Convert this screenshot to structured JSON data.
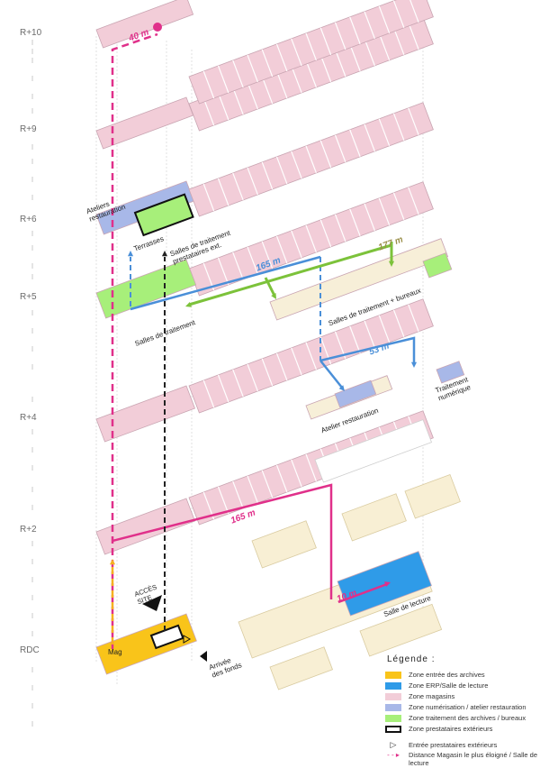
{
  "levels": [
    "R+10",
    "R+9",
    "R+6",
    "R+5",
    "R+4",
    "R+2",
    "RDC"
  ],
  "labels": {
    "ateliers": "Ateliers restauration",
    "terrasses": "Terrasses",
    "salles_prest": "Salles de traitement prestataires ext.",
    "salles_traitement": "Salles de traitement",
    "salles_bureaux": "Salles de traitement + bureaux",
    "atelier_restauration": "Atelier restauration",
    "traitement_numerique": "Traitement numérique",
    "acces_site": "ACCÈS SITE",
    "arrivee_fonds": "Arrivée des fonds",
    "salle_lecture": "Salle de lecture",
    "mag": "Mag"
  },
  "distances": {
    "d40": "40 m",
    "d165_blue": "165 m",
    "d177": "177 m",
    "d53": "53 m",
    "d165_pink": "165 m",
    "d10": "10 m"
  },
  "colors": {
    "entree_archives": "#f9c41a",
    "erp": "#2f9be8",
    "magasins": "#f2cdd8",
    "numerisation": "#a8b8e8",
    "traitement": "#a7ef7a",
    "prestataires": "#111111",
    "pink_route": "#e0308a",
    "blue_route": "#4a8fd8",
    "green_route": "#7cc23a",
    "black_route": "#222222",
    "orange_route": "#f5b020",
    "rdc_fill": "#f8efd4",
    "grid_line": "#c9a5b2"
  },
  "legend": {
    "title": "Légende :",
    "zones": [
      {
        "label": "Zone entrée des archives",
        "color": "#f9c41a"
      },
      {
        "label": "Zone ERP/Salle de lecture",
        "color": "#2f9be8"
      },
      {
        "label": "Zone magasins",
        "color": "#f2cdd8"
      },
      {
        "label": "Zone numérisation / atelier restauration",
        "color": "#a8b8e8"
      },
      {
        "label": "Zone traitement des archives / bureaux",
        "color": "#a7ef7a"
      },
      {
        "label": "Zone prestataires extérieurs",
        "color": "#ffffff"
      }
    ],
    "entree": "Entrée prestataires extérieurs",
    "distance": "Distance Magasin le plus éloigné / Salle de lecture"
  }
}
